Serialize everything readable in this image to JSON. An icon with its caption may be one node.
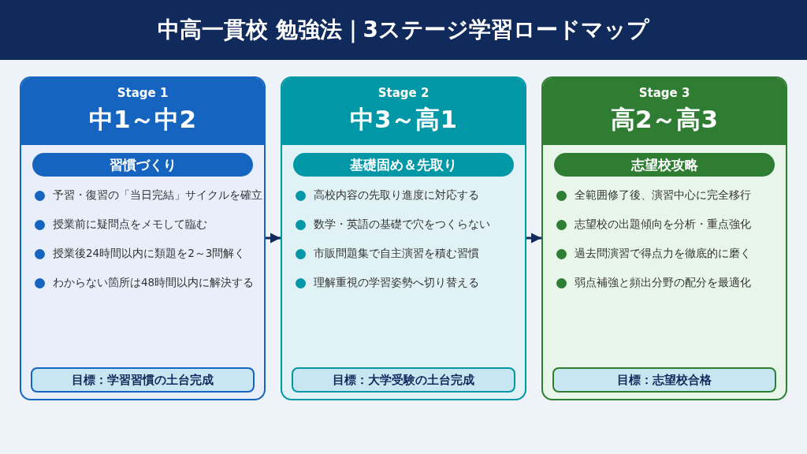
{
  "diagram": {
    "title": "中高一貫校 勉強法｜3ステージ学習ロードマップ",
    "nodes": [
      {
        "text": [
          "Stage 1",
          "中1～中2",
          "予習・復習の「当日完結」サイクルを確立",
          "授業前に疑問点をメモして臨む",
          "授業後24時間以内に類題を2～3問解く",
          "わからない箇所は48時間以内に解決する"
        ]
      },
      {
        "text": [
          "習慣づくり"
        ],
        "in": 0
      },
      {
        "text": [
          "目標：学習習慣の土台完成"
        ],
        "in": 0
      },
      {
        "text": [
          "Stage 2",
          "中3～高1",
          "高校内容の先取り進度に対応する",
          "数学・英語の基礎で穴をつくらない",
          "市販問題集で自主演習を積む習慣",
          "理解重視の学習姿勢へ切り替える"
        ]
      },
      {
        "text": [
          "基礎固め＆先取り"
        ],
        "in": 3
      },
      {
        "text": [
          "目標：大学受験の土台完成"
        ],
        "in": 3
      },
      {
        "text": [
          "Stage 3",
          "高2～高3",
          "全範囲修了後、演習中心に完全移行",
          "志望校の出題傾向を分析・重点強化",
          "過去問演習で得点力を徹底的に磨く",
          "弱点補強と頻出分野の配分を最適化"
        ]
      },
      {
        "text": [
          "志望校攻略"
        ],
        "in": 6
      },
      {
        "text": [
          "目標：志望校合格"
        ],
        "in": 6
      }
    ],
    "edges": [
      {
        "from": 0,
        "to": 3,
        "arrow": "to"
      },
      {
        "from": 3,
        "to": 6,
        "arrow": "to"
      }
    ]
  }
}
